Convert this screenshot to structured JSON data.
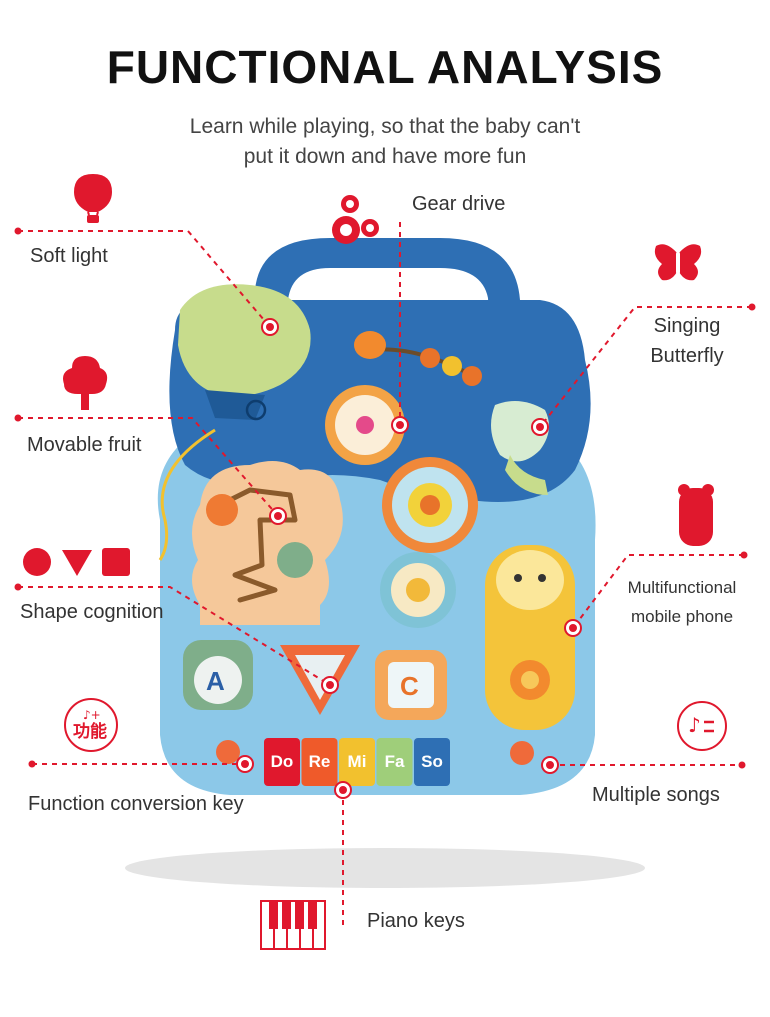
{
  "header": {
    "title": "FUNCTIONAL ANALYSIS",
    "subtitle_line1": "Learn while playing, so that the baby can't",
    "subtitle_line2": "put it down and have more fun"
  },
  "features": {
    "soft_light": "Soft light",
    "gear_drive": "Gear drive",
    "singing_butterfly_line1": "Singing",
    "singing_butterfly_line2": "Butterfly",
    "movable_fruit": "Movable fruit",
    "multifunctional_phone_line1": "Multifunctional",
    "multifunctional_phone_line2": "mobile phone",
    "shape_cognition": "Shape cognition",
    "function_conversion_key": "Function conversion key",
    "multiple_songs": "Multiple songs",
    "piano_keys": "Piano keys"
  },
  "icons": {
    "function_badge_text": "功能",
    "accent_color": "#e0182d"
  },
  "piano": {
    "keys": [
      "Do",
      "Re",
      "Mi",
      "Fa",
      "So"
    ]
  },
  "colors": {
    "accent": "#e0182d",
    "toy_blue": "#2e6fb4",
    "toy_light_blue": "#8cc8e8"
  }
}
